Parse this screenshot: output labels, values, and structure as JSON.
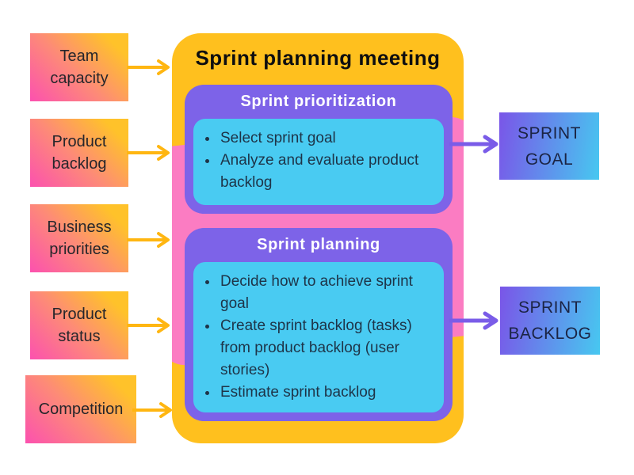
{
  "diagram": {
    "title": "Sprint planning meeting",
    "inputs": [
      {
        "label": "Team capacity"
      },
      {
        "label": "Product backlog"
      },
      {
        "label": "Business priorities"
      },
      {
        "label": "Product status"
      },
      {
        "label": "Competition"
      }
    ],
    "sections": [
      {
        "title": "Sprint prioritization",
        "items": [
          "Select sprint goal",
          "Analyze and evaluate product backlog"
        ]
      },
      {
        "title": "Sprint planning",
        "items": [
          "Decide how to achieve sprint goal",
          "Create sprint backlog (tasks) from product backlog (user stories)",
          "Estimate sprint backlog"
        ]
      }
    ],
    "outputs": [
      {
        "label": "SPRINT GOAL"
      },
      {
        "label": "SPRINT BACKLOG"
      }
    ],
    "colors": {
      "main_box_yellow": "#FFC01E",
      "pink_band": "#FB7CC2",
      "section_purple": "#7D63E8",
      "list_cyan": "#49CBF2",
      "input_gradient_start": "#FC51AF",
      "input_gradient_end": "#FFC22A",
      "output_gradient_start": "#7A55E8",
      "output_gradient_end": "#47C8F0",
      "input_arrow": "#FFB611",
      "output_arrow": "#7A5CE8"
    }
  }
}
